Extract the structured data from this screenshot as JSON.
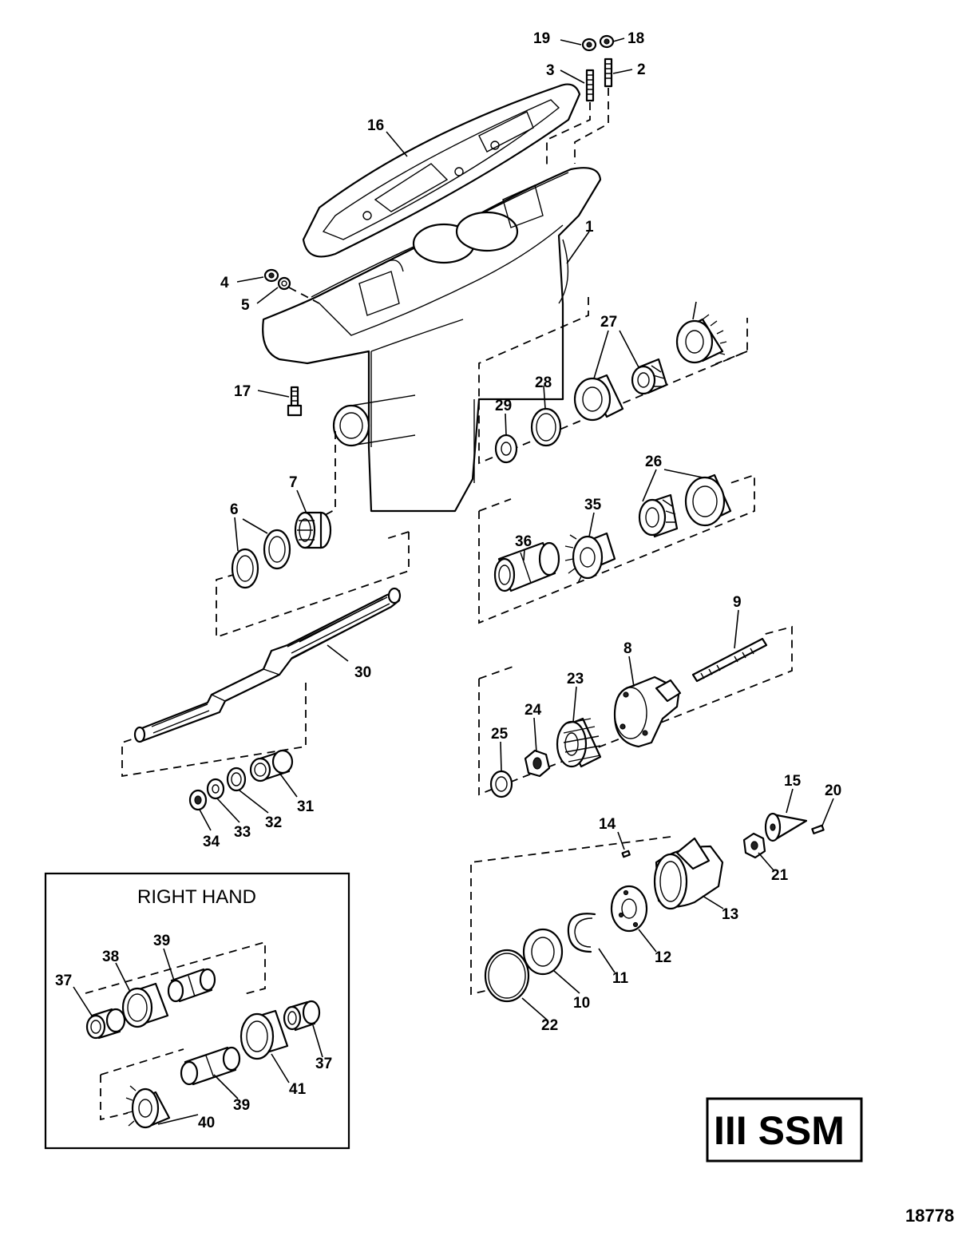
{
  "inset_title": "RIGHT HAND",
  "model_label": "III SSM",
  "figure_number": "18778",
  "callouts": {
    "c1": "1",
    "c2": "2",
    "c3": "3",
    "c4": "4",
    "c5": "5",
    "c6": "6",
    "c7": "7",
    "c8": "8",
    "c9": "9",
    "c10": "10",
    "c11": "11",
    "c12": "12",
    "c13": "13",
    "c14": "14",
    "c15": "15",
    "c16": "16",
    "c17": "17",
    "c18": "18",
    "c19": "19",
    "c20": "20",
    "c21": "21",
    "c22": "22",
    "c23": "23",
    "c24": "24",
    "c25": "25",
    "c26": "26",
    "c27": "27",
    "c28": "28",
    "c29": "29",
    "c30": "30",
    "c31": "31",
    "c32": "32",
    "c33": "33",
    "c34": "34",
    "c35": "35",
    "c36": "36",
    "c37a": "37",
    "c37b": "37",
    "c38": "38",
    "c39a": "39",
    "c39b": "39",
    "c40": "40",
    "c41": "41"
  }
}
